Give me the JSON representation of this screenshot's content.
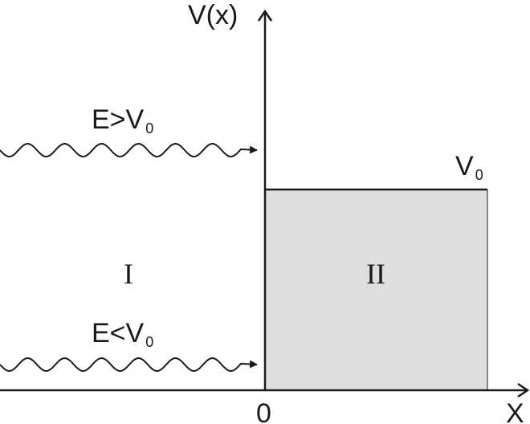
{
  "axes": {
    "y_label": "V(x)",
    "x_label": "X",
    "origin_label": "0"
  },
  "potential": {
    "label_main": "V",
    "label_sub": "0"
  },
  "regions": {
    "left": "I",
    "right": "II"
  },
  "waves": {
    "upper": {
      "main": "E>V",
      "sub": "0"
    },
    "lower": {
      "main": "E<V",
      "sub": "0"
    }
  },
  "colors": {
    "ink": "#1a1a1a",
    "barrier_fill": "#dedede"
  }
}
